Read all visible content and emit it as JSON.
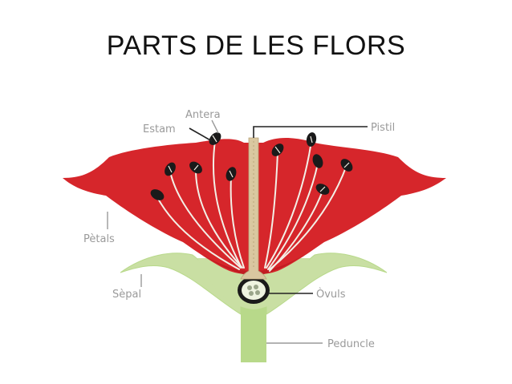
{
  "slide": {
    "title": "PARTS DE LES FLORS"
  },
  "diagram": {
    "labels": {
      "antera": "Antera",
      "estam": "Estam",
      "pistil": "Pistil",
      "petals": "Pètals",
      "sepal": "Sèpal",
      "ovuls": "Òvuls",
      "peduncle": "Peduncle"
    },
    "colors": {
      "petal": "#d6262b",
      "petal_dark": "#b3171c",
      "sepal": "#c9dfa3",
      "stem": "#b8d98a",
      "pistil": "#d9c7a0",
      "filament": "#f3efe6",
      "anther": "#1a1a1a",
      "label": "#9a9a9a",
      "leader_line": "#222222"
    }
  }
}
